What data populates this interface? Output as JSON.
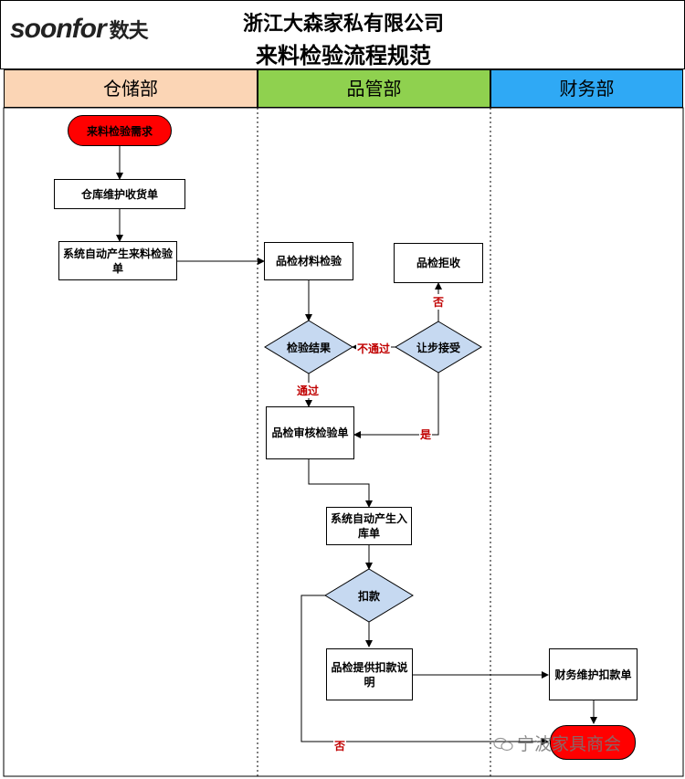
{
  "header": {
    "logo_text": "soonfor",
    "logo_cn": "数夫",
    "company": "浙江大森家私有限公司",
    "title": "来料检验流程规范"
  },
  "lanes": [
    {
      "label": "仓储部",
      "color": "#fbd5b5"
    },
    {
      "label": "品管部",
      "color": "#8fd14f"
    },
    {
      "label": "财务部",
      "color": "#2fa9f5"
    }
  ],
  "nodes": {
    "start": "来料检验需求",
    "warehouse_receipt": "仓库维护收货单",
    "auto_inspection_form": "系统自动产生来料检验单",
    "qc_inspect_material": "品检材料检验",
    "qc_reject": "品检拒收",
    "inspection_result": "检验结果",
    "concession": "让步接受",
    "qc_review": "品检审核检验单",
    "auto_inbound": "系统自动产生入库单",
    "deduction": "扣款",
    "qc_deduction_note": "品检提供扣款说明",
    "finance_deduction": "财务维护扣款单",
    "end": ""
  },
  "edge_labels": {
    "fail": "不通过",
    "pass": "通过",
    "no_top": "否",
    "yes": "是",
    "no_bottom": "否"
  },
  "colors": {
    "terminal": "#ff0000",
    "decision": "#c6d9f1",
    "edge_label": "#c00000"
  },
  "watermark": "宁波家具商会"
}
